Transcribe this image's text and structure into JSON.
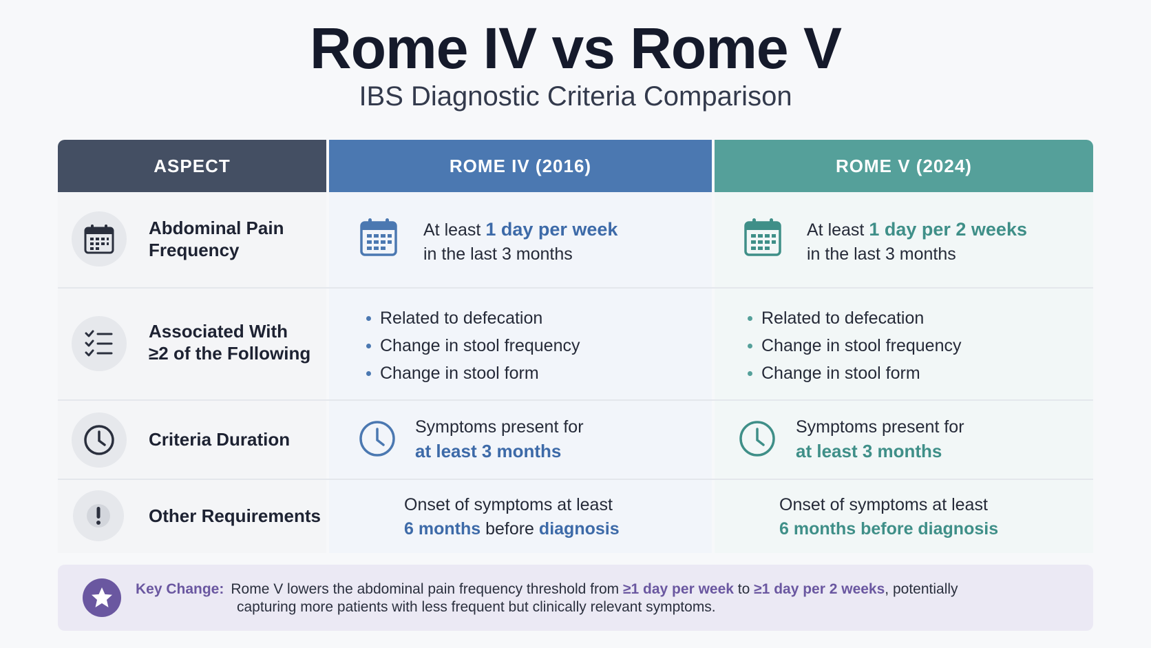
{
  "header": {
    "title": "Rome IV vs Rome V",
    "subtitle": "IBS Diagnostic Criteria Comparison"
  },
  "columns": {
    "aspect": "ASPECT",
    "rome4": "ROME IV (2016)",
    "rome5": "ROME V (2024)"
  },
  "rows": {
    "pain": {
      "icon": "calendar-icon",
      "label_line1": "Abdominal Pain",
      "label_line2": "Frequency",
      "rome4": {
        "pre": "At least",
        "highlight": "1 day per week",
        "line2": "in the last 3 months"
      },
      "rome5": {
        "pre": "At least",
        "highlight": "1 day per 2 weeks",
        "line2": "in the last 3 months"
      }
    },
    "associated": {
      "icon": "checklist-icon",
      "label_line1": "Associated With",
      "label_line2": "≥2 of the Following",
      "rome4": [
        "Related to defecation",
        "Change in stool frequency",
        "Change in stool form"
      ],
      "rome5": [
        "Related to defecation",
        "Change in stool frequency",
        "Change in stool form"
      ]
    },
    "duration": {
      "icon": "clock-icon",
      "label": "Criteria Duration",
      "rome4": {
        "line1": "Symptoms present for",
        "highlight": "at least 3 months"
      },
      "rome5": {
        "line1": "Symptoms present for",
        "highlight": "at least 3 months"
      }
    },
    "other": {
      "icon": "exclamation-icon",
      "label": "Other Requirements",
      "rome4": {
        "line1": "Onset of symptoms at least",
        "hl1": "6 months",
        "mid": "before",
        "hl2": "diagnosis"
      },
      "rome5": {
        "line1": "Onset of symptoms at least",
        "hl1": "6 months before diagnosis"
      }
    }
  },
  "key_change": {
    "icon": "star-icon",
    "label": "Key Change:",
    "text1": "Rome V lowers the abdominal pain frequency threshold from",
    "hl1": "≥1 day per week",
    "text2": "to",
    "hl2": "≥1 day per 2 weeks",
    "text3": ", potentially",
    "line2": "capturing more patients with less frequent but clinically relevant symptoms."
  },
  "colors": {
    "aspect_header": "#444f63",
    "rome4_header": "#4b78b1",
    "rome5_header": "#55a09a",
    "key_accent": "#6a57a0"
  }
}
